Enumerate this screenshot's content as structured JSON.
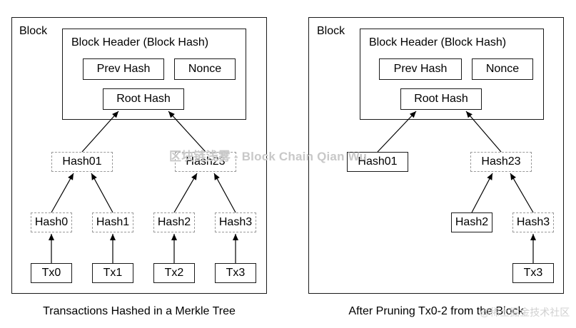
{
  "left": {
    "block_label": "Block",
    "header_label": "Block Header (Block Hash)",
    "prev_hash": "Prev Hash",
    "nonce": "Nonce",
    "root_hash": "Root Hash",
    "hash01": "Hash01",
    "hash23": "Hash23",
    "hash0": "Hash0",
    "hash1": "Hash1",
    "hash2": "Hash2",
    "hash3": "Hash3",
    "tx0": "Tx0",
    "tx1": "Tx1",
    "tx2": "Tx2",
    "tx3": "Tx3",
    "caption": "Transactions Hashed in a Merkle Tree"
  },
  "right": {
    "block_label": "Block",
    "header_label": "Block Header (Block Hash)",
    "prev_hash": "Prev Hash",
    "nonce": "Nonce",
    "root_hash": "Root Hash",
    "hash01": "Hash01",
    "hash23": "Hash23",
    "hash2": "Hash2",
    "hash3": "Hash3",
    "tx3": "Tx3",
    "caption": "After Pruning Tx0-2 from the Block"
  },
  "watermark": {
    "center": "区块链浅雾 - Block Chain Qian Wu",
    "corner": "@稀土掘金技术社区"
  }
}
